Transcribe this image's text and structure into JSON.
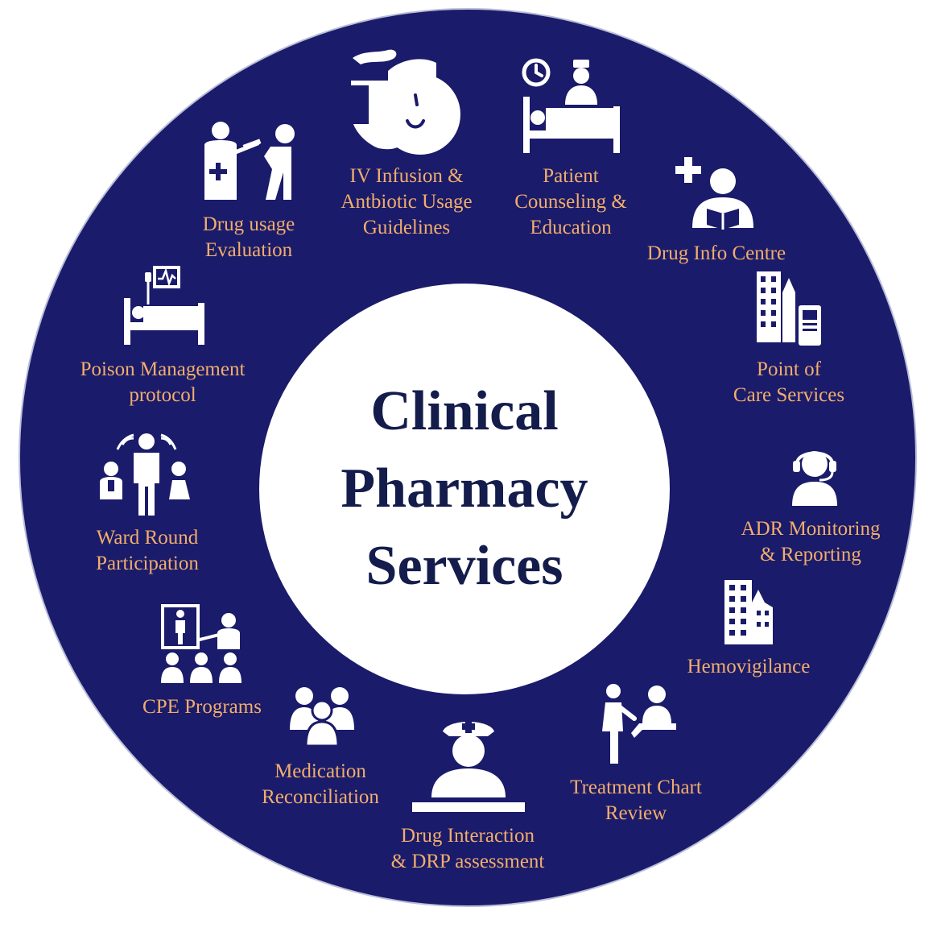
{
  "colors": {
    "ring": "#1a1b6a",
    "label": "#f2ad6c",
    "title": "#141c4c",
    "icon": "#ffffff"
  },
  "center": {
    "line1": "Clinical",
    "line2": "Pharmacy",
    "line3": "Services"
  },
  "services": [
    {
      "id": "iv",
      "lines": [
        "IV Infusion &",
        "Antbiotic Usage",
        "Guidelines"
      ],
      "icon": "iv-bag-face-icon"
    },
    {
      "id": "patient",
      "lines": [
        "Patient",
        "Counseling &",
        "Education"
      ],
      "icon": "nurse-bedside-clock-icon"
    },
    {
      "id": "info",
      "lines": [
        "Drug Info Centre"
      ],
      "icon": "reader-plus-icon"
    },
    {
      "id": "poc",
      "lines": [
        "Point of",
        "Care Services"
      ],
      "icon": "buildings-device-icon"
    },
    {
      "id": "adr",
      "lines": [
        "ADR Monitoring",
        "& Reporting"
      ],
      "icon": "headset-operator-icon"
    },
    {
      "id": "hemo",
      "lines": [
        "Hemovigilance"
      ],
      "icon": "building-icon"
    },
    {
      "id": "chart",
      "lines": [
        "Treatment Chart",
        "Review"
      ],
      "icon": "doctor-writing-patient-icon"
    },
    {
      "id": "dia",
      "lines": [
        "Drug Interaction",
        "& DRP assessment"
      ],
      "icon": "nurse-desk-icon"
    },
    {
      "id": "recon",
      "lines": [
        "Medication",
        "Reconciliation"
      ],
      "icon": "people-group-icon"
    },
    {
      "id": "cpe",
      "lines": [
        "CPE Programs"
      ],
      "icon": "presenter-audience-icon"
    },
    {
      "id": "ward",
      "lines": [
        "Ward Round",
        "Participation"
      ],
      "icon": "doctor-family-icon"
    },
    {
      "id": "poison",
      "lines": [
        "Poison Management",
        "protocol"
      ],
      "icon": "patient-bed-monitor-icon"
    },
    {
      "id": "due",
      "lines": [
        "Drug usage",
        "Evaluation"
      ],
      "icon": "injection-icon"
    }
  ]
}
